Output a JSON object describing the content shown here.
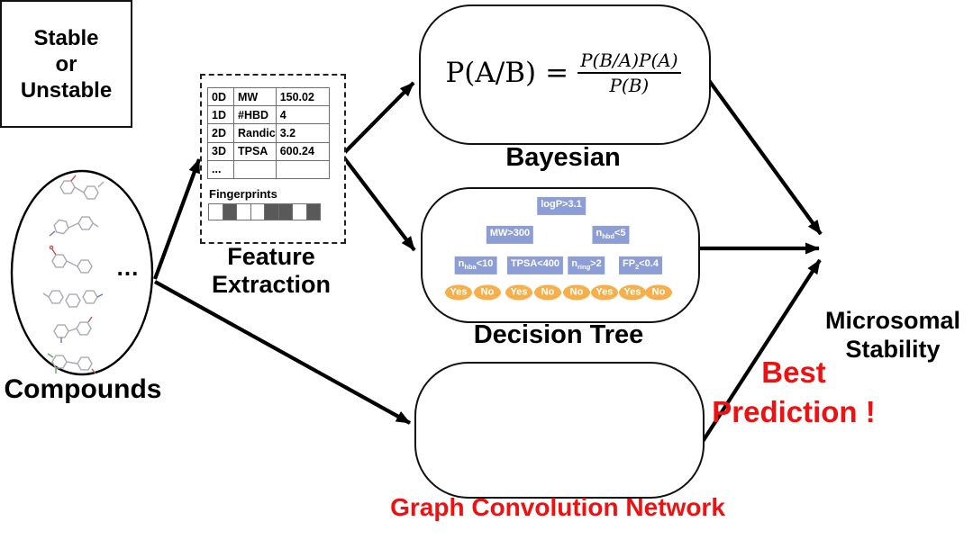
{
  "colors": {
    "red": "#ee1111",
    "tree_node": "#8d9ed7",
    "tree_leaf": "#f7af4b",
    "gcn_node": "#15b287",
    "fp_dark": "#595959"
  },
  "compounds": {
    "label": "Compounds",
    "ellipsis": "..."
  },
  "feature": {
    "title1": "Feature",
    "title2": "Extraction",
    "table_rows": [
      [
        "0D",
        "MW",
        "150.02"
      ],
      [
        "1D",
        "#HBD",
        "4"
      ],
      [
        "2D",
        "Randic",
        "3.2"
      ],
      [
        "3D",
        "TPSA",
        "600.24"
      ],
      [
        "...",
        "",
        ""
      ]
    ],
    "fingerprints_label": "Fingerprints",
    "fingerprint_pattern": [
      0,
      1,
      0,
      0,
      1,
      1,
      0,
      1
    ]
  },
  "bayesian": {
    "label": "Bayesian",
    "formula_lhs": "P(A/B)",
    "formula_eq": "=",
    "formula_num": "P(B/A)P(A)",
    "formula_den": "P(B)"
  },
  "tree": {
    "label": "Decision Tree",
    "nodes": [
      {
        "pre": "logP>3.1",
        "sub": "",
        "post": ""
      },
      {
        "pre": "MW>300",
        "sub": "",
        "post": ""
      },
      {
        "pre": "n",
        "sub": "hbd",
        "post": "<5"
      },
      {
        "pre": "n",
        "sub": "hba",
        "post": "<10"
      },
      {
        "pre": "TPSA<400",
        "sub": "",
        "post": ""
      },
      {
        "pre": "n",
        "sub": "ring",
        "post": ">2"
      },
      {
        "pre": "FP",
        "sub": "2",
        "post": "<0.4"
      }
    ],
    "leaves": [
      "Yes",
      "No",
      "Yes",
      "No",
      "No",
      "Yes",
      "Yes",
      "No"
    ]
  },
  "gcn": {
    "label": "Graph Convolution Network"
  },
  "output": {
    "line1": "Stable",
    "line2": "or",
    "line3": "Unstable",
    "caption1": "Microsomal",
    "caption2": "Stability"
  },
  "best": {
    "line1": "Best",
    "line2": "Prediction !"
  }
}
